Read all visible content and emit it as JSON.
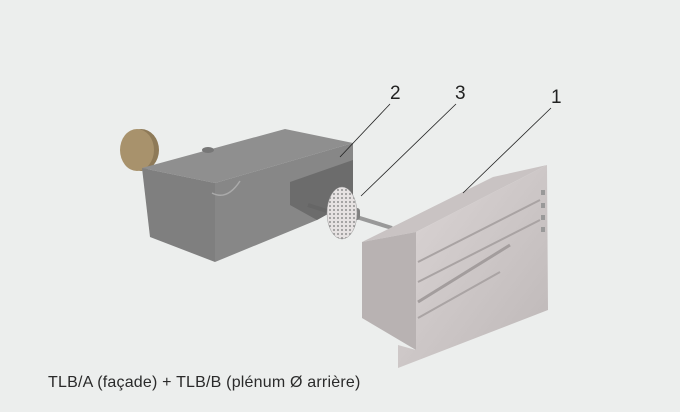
{
  "callouts": {
    "grille": "1",
    "box": "2",
    "filter": "3"
  },
  "caption": "TLB/A (façade) + TLB/B (plénum Ø arrière)",
  "colors": {
    "background": "#eceeed",
    "box": "#8a8a8a",
    "cap": "#a8926c",
    "grille": "#d2cccc"
  }
}
